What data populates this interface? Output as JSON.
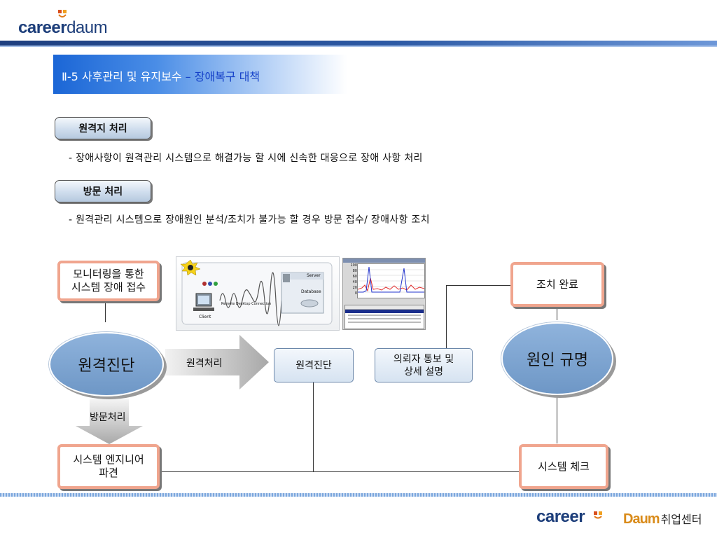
{
  "header": {
    "logo_career": "career",
    "logo_daum": "daum",
    "title_main": "Ⅱ-5 사후관리 및 유지보수 ",
    "title_accent": "– 장애복구 대책"
  },
  "sections": [
    {
      "label": "원격지 처리",
      "description": "- 장애사항이 원격관리 시스템으로 해결가능 할 시에 신속한 대응으로 장애 사항 처리"
    },
    {
      "label": "방문 처리",
      "description": "- 원격관리 시스템으로 장애원인 분석/조치가 불가능 할 경우  방문 접수/ 장애사항 조치"
    }
  ],
  "diagram": {
    "monitoring_line1": "모니터링을 통한",
    "monitoring_line2": "시스템 장애 접수",
    "remote_diagnosis_ellipse": "원격진단",
    "remote_process_label": "원격처리",
    "remote_diagnosis_box": "원격진단",
    "client_notice_line1": "의뢰자 통보 및",
    "client_notice_line2": "상세 설명",
    "cause_ellipse": "원인 규명",
    "action_complete": "조치 완료",
    "visit_process_label": "방문처리",
    "engineer_line1": "시스템 엔지니어",
    "engineer_line2": "파견",
    "system_check": "시스템 체크"
  },
  "screenshot1": {
    "server": "Server",
    "database": "Database",
    "connection": "Remote Desktop Connection",
    "client": "Client"
  },
  "screenshot2": {
    "y_ticks": [
      "100",
      "80",
      "60",
      "40",
      "20",
      "0"
    ]
  },
  "footer": {
    "career": "career",
    "daum": "Daum",
    "center": "취업센터"
  },
  "colors": {
    "title_gradient_start": "#1b66d6",
    "box_border": "#f0a58e",
    "ellipse_fill": "#7aa2d0",
    "header_rule": "#1f3f7f"
  }
}
